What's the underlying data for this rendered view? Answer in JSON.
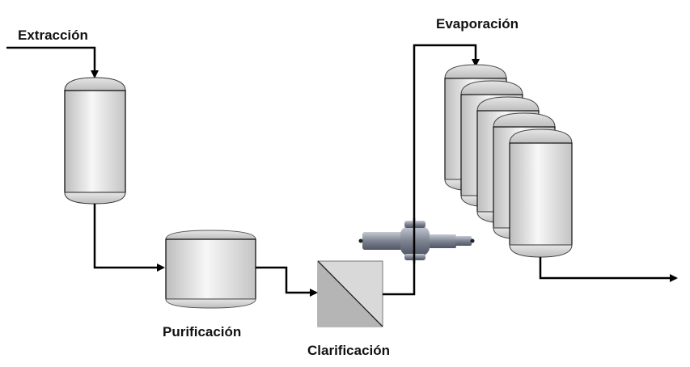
{
  "diagram": {
    "title": "Proceso de producción",
    "stages": [
      {
        "id": "extraccion",
        "label": "Extracción",
        "equipment": "vertical-vessel"
      },
      {
        "id": "purificacion",
        "label": "Purificación",
        "equipment": "horizontal-drum"
      },
      {
        "id": "clarificacion",
        "label": "Clarificación",
        "equipment": "filter-membrane"
      },
      {
        "id": "valvula",
        "label": "",
        "equipment": "valve"
      },
      {
        "id": "evaporacion",
        "label": "Evaporación",
        "equipment": "multi-effect-evaporator",
        "effects": 5
      }
    ],
    "flows": [
      {
        "from": "input",
        "to": "extraccion"
      },
      {
        "from": "extraccion",
        "to": "purificacion"
      },
      {
        "from": "purificacion",
        "to": "clarificacion"
      },
      {
        "from": "clarificacion",
        "to": "evaporacion",
        "via": "valvula"
      },
      {
        "from": "evaporacion",
        "to": "output"
      }
    ],
    "colors": {
      "line": "#000000",
      "vessel_light": "#f4f4f4",
      "vessel_dark": "#bdbdbd",
      "filter_light": "#d9d9d9",
      "filter_dark": "#b5b5b5",
      "valve": "#8a8f9c"
    }
  }
}
